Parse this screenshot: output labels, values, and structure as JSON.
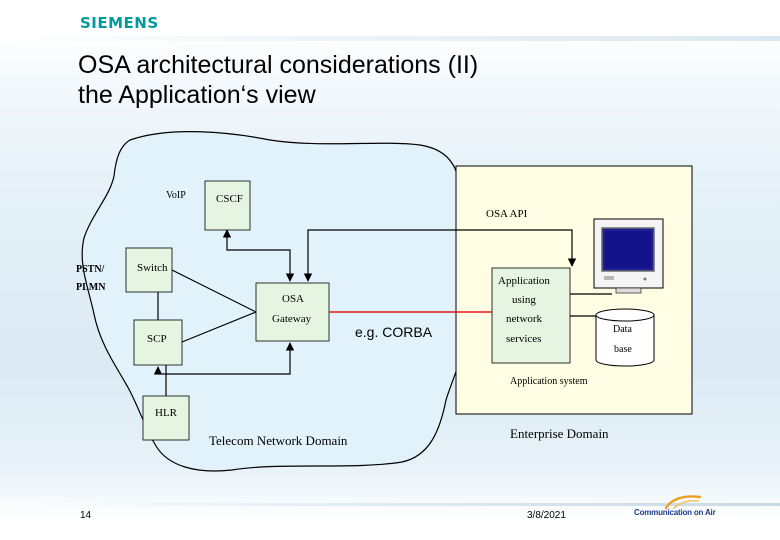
{
  "header": {
    "logo_text": "SIEMENS",
    "title_line1": "OSA architectural considerations (II)",
    "title_line2": "the Application‘s view"
  },
  "diagram": {
    "telecom_domain": {
      "voip": "VoIP",
      "cscf": "CSCF",
      "pstn_line1": "PSTN/",
      "pstn_line2": "PLMN",
      "switch": "Switch",
      "osa_gateway_line1": "OSA",
      "osa_gateway_line2": "Gateway",
      "scp": "SCP",
      "hlr": "HLR",
      "domain_label": "Telecom Network Domain"
    },
    "link_label": "e.g. CORBA",
    "enterprise_domain": {
      "osa_api": "OSA API",
      "app_line1": "Application",
      "app_line2": "using",
      "app_line3": "network",
      "app_line4": "services",
      "db_line1": "Data",
      "db_line2": "base",
      "system_label": "Application system",
      "domain_label": "Enterprise Domain"
    },
    "icons": [
      "monitor-icon",
      "database-icon"
    ],
    "colors": {
      "cloud_fill": "#e1f2fb",
      "box_fill": "#e5f5e1",
      "enterprise_fill": "#fffde3",
      "corba_line": "#e01818",
      "monitor_screen": "#14148a"
    }
  },
  "footer": {
    "page_number": "14",
    "date": "3/8/2021",
    "brand_text": "Communication on Air"
  }
}
